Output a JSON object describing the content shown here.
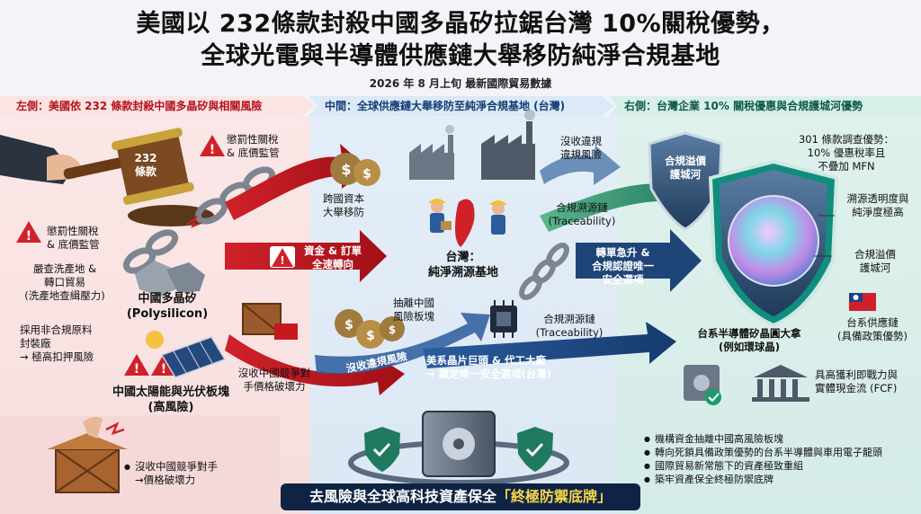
{
  "title": {
    "line1": "美國以 232條款封殺中國多晶矽拉鋸台灣 10%關稅優勢，",
    "line2": "全球光電與半導體供應鏈大舉移防純淨合規基地",
    "subtitle": "2026 年 8 月上旬 最新國際貿易數據"
  },
  "headers": {
    "left": "左側：美國依 232 條款封殺中國多晶矽與相關風險",
    "middle": "中間：全球供應鏈大舉移防至純淨合規基地 (台灣)",
    "right": "右側：台灣企業 10% 關稅優惠與合規護城河優勢"
  },
  "left": {
    "gavel_label": "232\n條款",
    "warn1": "懲罰性關稅\n& 底價監管",
    "warn2": "懲罰性關稅\n& 底價監管",
    "text_transship": "嚴查洗產地 &\n轉口貿易\n(洗產地查緝壓力)",
    "text_noncompliant": "採用非合規原料\n封裝廠\n→ 極高扣押風險",
    "poly_label": "中國多晶矽\n(Polysilicon)",
    "solar_label": "中國太陽能與光伏板塊\n(高風險)",
    "confiscate_label": "沒收中國競爭對\n手價格破壞力",
    "bottom_text": "沒收中國競爭對手\n→價格破壞力"
  },
  "middle": {
    "capital_label": "跨國資本\n大舉移防",
    "funds_label": "資金 & 訂單\n全速轉向",
    "confiscate_risk": "沒收違規\n違規風險",
    "traceability1": "合規溯源鏈\n(Traceability)",
    "traceability2": "合規溯源鏈\n(Traceability)",
    "taiwan_label": "台灣：\n純淨溯源基地",
    "divest_label": "抽離中國\n風險板塊",
    "arrow_confiscate": "沒收違規風險",
    "us_label": "美系晶片巨頭 & 代工大廠\n→ 鎖定唯一安全選項(台灣)",
    "switch_label": "轉單急升 &\n合規認證唯一\n安全選項"
  },
  "right": {
    "shield_small": "合規溢價\n護城河",
    "section301": "301 條款調查優勢：\n10% 優惠稅率且\n不疊加 MFN",
    "trace_purity": "溯源透明度與\n純淨度極高",
    "moat": "合規溢價\n護城河",
    "wafer_label": "台系半導體矽晶圓大拿\n(例如環球晶)",
    "supply_label": "台系供應鏈\n(具備政策優勢)",
    "fcf_label": "具高獲利即戰力與\n實體現金流 (FCF)",
    "bullets": [
      "機構資金抽離中國高風險板塊",
      "轉向死鎖具備政策優勢的台系半導體與車用電子龍頭",
      "國際貿易新常態下的資產極致重組",
      "築牢資產保全終極防禦底牌"
    ]
  },
  "banner": {
    "text": "去風險與全球高科技資產保全",
    "highlight": "「終極防禦底牌」"
  },
  "colors": {
    "red": "#c8171f",
    "navy": "#163a6d",
    "green": "#1c7b5f",
    "gold": "#f6d64a"
  }
}
